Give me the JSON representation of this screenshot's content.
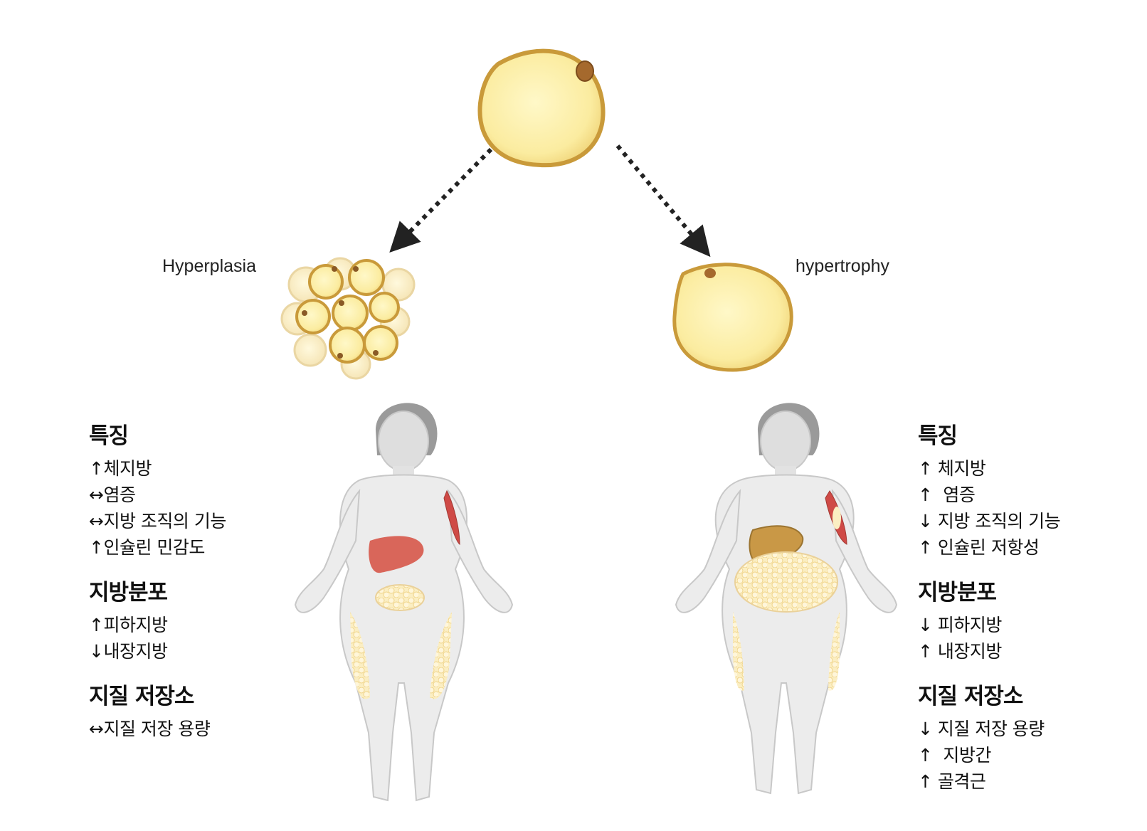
{
  "labels": {
    "hyperplasia": "Hyperplasia",
    "hypertrophy": "hypertrophy"
  },
  "left_panel": {
    "sections": [
      {
        "heading": "특징",
        "items": [
          {
            "arrow": "↑",
            "text": "체지방"
          },
          {
            "arrow": "↔",
            "text": "염증"
          },
          {
            "arrow": "↔",
            "text": "지방 조직의 기능"
          },
          {
            "arrow": "↑",
            "text": "인슐린 민감도"
          }
        ]
      },
      {
        "heading": "지방분포",
        "items": [
          {
            "arrow": "↑",
            "text": "피하지방"
          },
          {
            "arrow": "↓",
            "text": "내장지방"
          }
        ]
      },
      {
        "heading": "지질 저장소",
        "items": [
          {
            "arrow": "↔",
            "text": "지질 저장 용량"
          }
        ]
      }
    ]
  },
  "right_panel": {
    "sections": [
      {
        "heading": "특징",
        "items": [
          {
            "arrow": "↑",
            "text": " 체지방"
          },
          {
            "arrow": "↑",
            "text": "  염증"
          },
          {
            "arrow": "↓",
            "text": " 지방 조직의 기능"
          },
          {
            "arrow": "↑",
            "text": " 인슐린 저항성"
          }
        ]
      },
      {
        "heading": "지방분포",
        "items": [
          {
            "arrow": "↓",
            "text": " 피하지방"
          },
          {
            "arrow": "↑",
            "text": " 내장지방"
          }
        ]
      },
      {
        "heading": "지질 저장소",
        "items": [
          {
            "arrow": "↓",
            "text": " 지질 저장 용량"
          },
          {
            "arrow": "↑",
            "text": "  지방간"
          },
          {
            "arrow": "↑",
            "text": " 골격근"
          }
        ]
      }
    ]
  },
  "colors": {
    "cell_fill": "#fcefa8",
    "cell_outline": "#c99a3a",
    "arrow": "#222222",
    "body_fill": "#ececec",
    "body_outline": "#c8c8c8",
    "hair": "#9a9a9a",
    "liver_healthy": "#d9665a",
    "liver_fatty": "#c99846",
    "muscle": "#cf4a46",
    "fat_blob": "#f7e3a8"
  }
}
